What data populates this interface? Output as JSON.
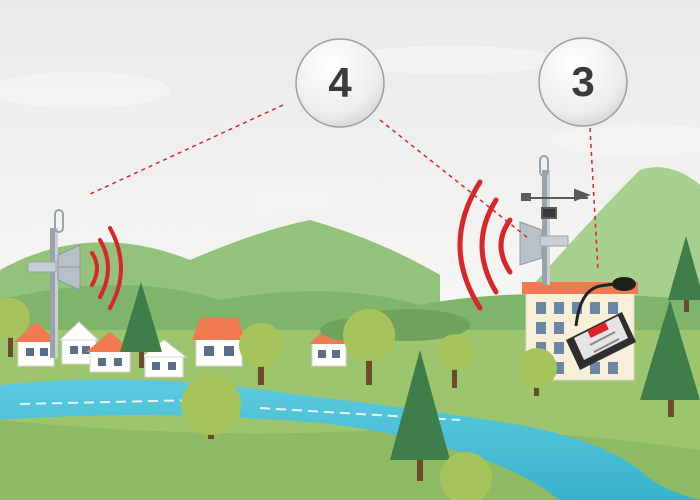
{
  "callouts": [
    {
      "id": "4",
      "label": "4"
    },
    {
      "id": "3",
      "label": "3"
    }
  ],
  "colors": {
    "sky_top": "#ececec",
    "sky_bottom": "#f6f6f4",
    "hill": "#8bbf73",
    "hill_dark": "#6fa35c",
    "field": "#9cc56e",
    "river": "#4ec3d8",
    "signal_wave": "#d8262b",
    "roof": "#ef7a52",
    "tree_dark": "#3f7d4a",
    "tree_light": "#a7c35b",
    "callout_line": "#d8262b"
  },
  "icons": [
    "antenna-mast-icon",
    "radio-wave-icon",
    "weather-station-icon",
    "microphone-icon",
    "transmitter-device-icon"
  ]
}
